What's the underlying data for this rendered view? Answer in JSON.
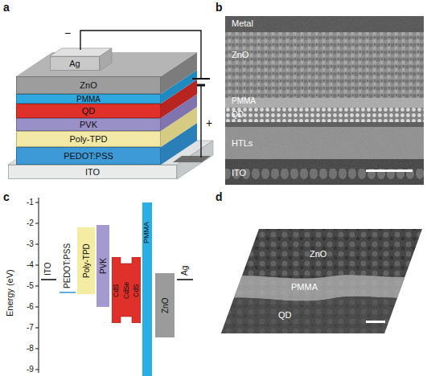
{
  "diagram": {
    "nodes": [
      {
        "text": [
          "Ag"
        ]
      },
      {
        "text": [
          "ZnO"
        ]
      },
      {
        "text": [
          "PMMA"
        ]
      },
      {
        "text": [
          "QD"
        ]
      },
      {
        "text": [
          "PVK"
        ]
      },
      {
        "text": [
          "Poly-TPD"
        ]
      },
      {
        "text": [
          "PEDOT:PSS"
        ]
      },
      {
        "text": [
          "ITO"
        ]
      },
      {
        "text": [
          "Poly-TPD"
        ]
      },
      {
        "text": [
          "PVK"
        ]
      },
      {
        "text": [
          "CdS",
          "CdSe",
          "CdS"
        ]
      },
      {
        "text": [
          "PMMA"
        ]
      },
      {
        "text": [
          "ZnO"
        ]
      }
    ],
    "labels": [
      "a",
      "−",
      "+",
      "b",
      "Metal",
      "ZnO",
      "PMMA",
      "QD",
      "HTLs",
      "ITO",
      "c",
      "-1",
      "-2",
      "-3",
      "-4",
      "-5",
      "-6",
      "-7",
      "-8",
      "-9",
      "Energy (eV)",
      "ITO",
      "PEDOT:PSS",
      "Ag",
      "d",
      "ZnO",
      "PMMA",
      "QD"
    ]
  }
}
